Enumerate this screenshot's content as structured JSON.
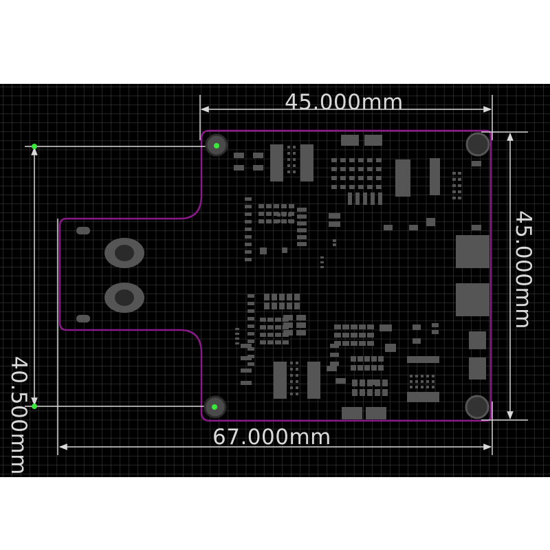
{
  "window": {
    "background": "#000000",
    "grid_color": "#5e5e5e"
  },
  "dimensions": {
    "top_width": "45.000mm",
    "bottom_width": "67.000mm",
    "left_height": "40.500mm",
    "right_height": "45.000mm",
    "line_color": "#d9d9d9"
  },
  "board": {
    "outline_color": "#8a1a8a",
    "component_color": "#555555",
    "marker_color": "#39e639",
    "marker_icon": "selection-handle-icon"
  }
}
